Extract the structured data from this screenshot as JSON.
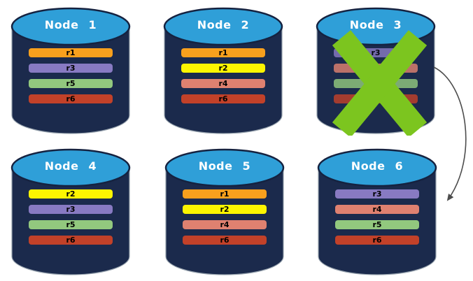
{
  "diagram": {
    "description": "replication-failover-diagram",
    "colors": {
      "background": "#FFFFFF",
      "cylinder_body": "#1B2A4C",
      "cylinder_outline": "#97A3AE",
      "top_ellipse": "#2F9FD8",
      "top_ellipse_outline": "#152240",
      "title_text": "#FFFFFF",
      "row_label": "#000000"
    },
    "nodes": [
      {
        "id": "node-1",
        "title": "Node 1",
        "status": "healthy",
        "rows": [
          {
            "label": "r1",
            "color": "#F8A01D"
          },
          {
            "label": "r3",
            "color": "#887AC2"
          },
          {
            "label": "r5",
            "color": "#92C87E"
          },
          {
            "label": "r6",
            "color": "#C24129"
          }
        ]
      },
      {
        "id": "node-2",
        "title": "Node 2",
        "status": "healthy",
        "rows": [
          {
            "label": "r1",
            "color": "#F8A01D"
          },
          {
            "label": "r2",
            "color": "#FDF500"
          },
          {
            "label": "r4",
            "color": "#DF8170"
          },
          {
            "label": "r6",
            "color": "#C24129"
          }
        ]
      },
      {
        "id": "node-3",
        "title": "Node 3",
        "status": "failed",
        "rows": [
          {
            "label": "r3",
            "color": "#887AC2"
          },
          {
            "label": "r4",
            "color": "#DF8170"
          },
          {
            "label": "r5",
            "color": "#92C87E"
          },
          {
            "label": "r6",
            "color": "#C24129"
          }
        ]
      },
      {
        "id": "node-4",
        "title": "Node 4",
        "status": "healthy",
        "rows": [
          {
            "label": "r2",
            "color": "#FDF500"
          },
          {
            "label": "r3",
            "color": "#887AC2"
          },
          {
            "label": "r5",
            "color": "#92C87E"
          },
          {
            "label": "r6",
            "color": "#C24129"
          }
        ]
      },
      {
        "id": "node-5",
        "title": "Node 5",
        "status": "healthy",
        "rows": [
          {
            "label": "r1",
            "color": "#F8A01D"
          },
          {
            "label": "r2",
            "color": "#FDF500"
          },
          {
            "label": "r4",
            "color": "#DF8170"
          },
          {
            "label": "r6",
            "color": "#C24129"
          }
        ]
      },
      {
        "id": "node-6",
        "title": "Node 6",
        "status": "healthy",
        "rows": [
          {
            "label": "r3",
            "color": "#887AC2"
          },
          {
            "label": "r4",
            "color": "#DF8170"
          },
          {
            "label": "r5",
            "color": "#92C87E"
          },
          {
            "label": "r6",
            "color": "#C24129"
          }
        ]
      }
    ],
    "failure_mark": {
      "node": "node-3",
      "shape": "x-mark",
      "color": "#7CC51F"
    },
    "arrow": {
      "from": "node-3",
      "to": "node-6",
      "color": "#4D4D4D"
    }
  }
}
